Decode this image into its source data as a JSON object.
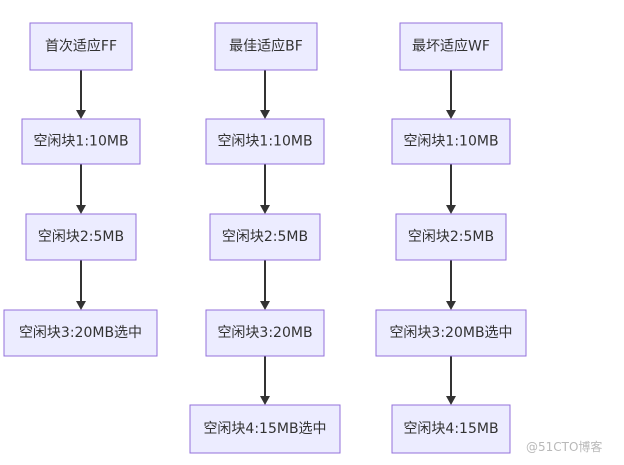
{
  "columns": [
    {
      "nodes": [
        "首次适应FF",
        "空闲块1:10MB",
        "空闲块2:5MB",
        "空闲块3:20MB选中"
      ]
    },
    {
      "nodes": [
        "最佳适应BF",
        "空闲块1:10MB",
        "空闲块2:5MB",
        "空闲块3:20MB",
        "空闲块4:15MB选中"
      ]
    },
    {
      "nodes": [
        "最坏适应WF",
        "空闲块1:10MB",
        "空闲块2:5MB",
        "空闲块3:20MB选中",
        "空闲块4:15MB"
      ]
    }
  ],
  "watermark": "@51CTO博客",
  "colors": {
    "node_fill": "#ececff",
    "node_border": "#9370db",
    "edge": "#333333",
    "text": "#333333"
  }
}
